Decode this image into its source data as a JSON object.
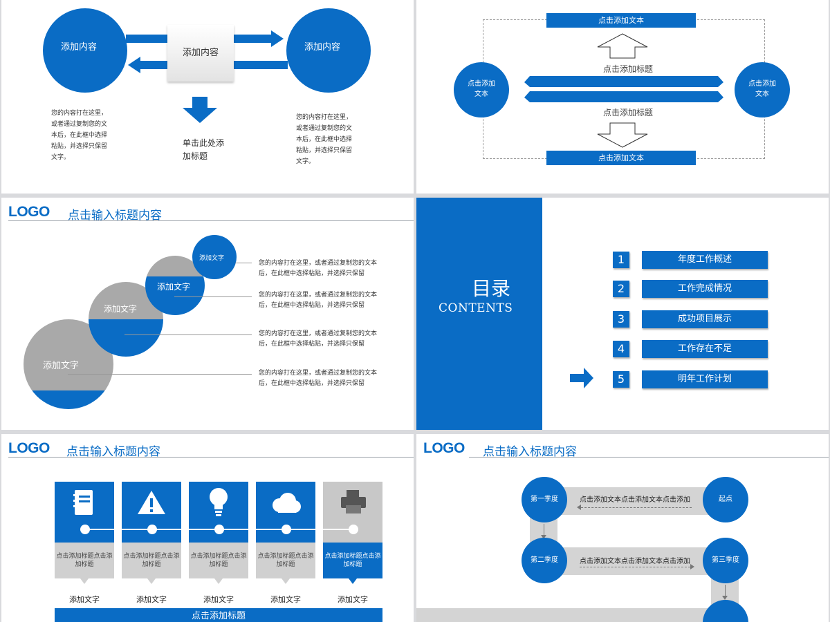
{
  "colors": {
    "accent": "#0a6cc5",
    "gray": "#a9a9a9",
    "light_gray": "#d4d4d4"
  },
  "logo": "LOGO",
  "header_title": "点击输入标题内容",
  "slide1": {
    "left_circle": "添加内容",
    "right_circle": "添加内容",
    "center_box": "添加内容",
    "down_title": "单击此处添加标题",
    "left_desc": "您的内容打在这里，或者通过复制您的文本后，在此框中选择粘贴，并选择只保留文字。",
    "right_desc": "您的内容打在这里，或者通过复制您的文本后，在此框中选择粘贴，并选择只保留文字。"
  },
  "slide2": {
    "top_box": "点击添加文本",
    "bottom_box": "点击添加文本",
    "title_top": "点击添加标题",
    "title_bottom": "点击添加标题",
    "left_circle": "点击添加文本",
    "right_circle": "点击添加文本"
  },
  "slide3": {
    "circles": [
      "添加文字",
      "添加文字",
      "添加文字",
      "添加文字"
    ],
    "items": [
      "您的内容打在这里，或者通过复制您的文本后，在此框中选择粘贴，并选择只保留",
      "您的内容打在这里，或者通过复制您的文本后，在此框中选择粘贴，并选择只保留",
      "您的内容打在这里，或者通过复制您的文本后，在此框中选择粘贴，并选择只保留",
      "您的内容打在这里，或者通过复制您的文本后，在此框中选择粘贴，并选择只保留"
    ]
  },
  "slide4": {
    "title_cn": "目录",
    "title_en": "CONTENTS",
    "menu": [
      {
        "num": "1",
        "label": "年度工作概述"
      },
      {
        "num": "2",
        "label": "工作完成情况"
      },
      {
        "num": "3",
        "label": "成功项目展示"
      },
      {
        "num": "4",
        "label": "工作存在不足"
      },
      {
        "num": "5",
        "label": "明年工作计划"
      }
    ]
  },
  "slide5": {
    "cards": [
      {
        "icon": "notebook-icon",
        "text": "点击添加标题点击添加标题",
        "label": "添加文字"
      },
      {
        "icon": "warning-icon",
        "text": "点击添加标题点击添加标题",
        "label": "添加文字"
      },
      {
        "icon": "lightbulb-icon",
        "text": "点击添加标题点击添加标题",
        "label": "添加文字"
      },
      {
        "icon": "cloud-icon",
        "text": "点击添加标题点击添加标题",
        "label": "添加文字"
      },
      {
        "icon": "printer-icon",
        "text": "点击添加标题点击添加标题",
        "label": "添加文字"
      }
    ],
    "bottom_bar": "点击添加标题"
  },
  "slide6": {
    "nodes": [
      "第一季度",
      "起点",
      "第二季度",
      "第三季度"
    ],
    "row1_text": "点击添加文本点击添加文本点击添加",
    "row2_text": "点击添加文本点击添加文本点击添加"
  }
}
